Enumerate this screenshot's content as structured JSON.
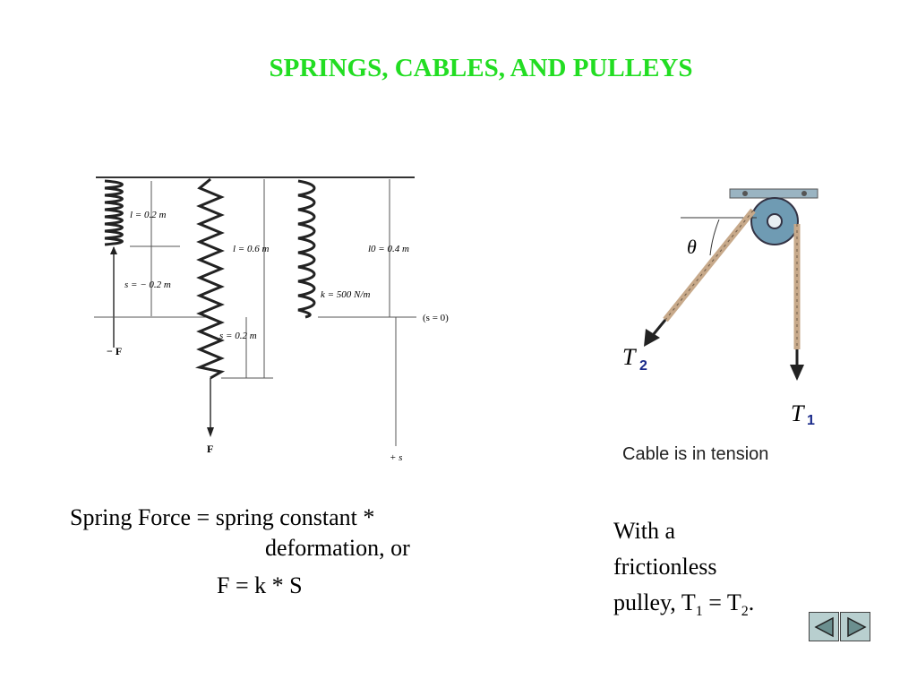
{
  "title": "SPRINGS, CABLES, AND PULLEYS",
  "spring_figure": {
    "labels": {
      "l1": "l = 0.2 m",
      "s1": "s = − 0.2 m",
      "negF": "− F",
      "l2": "l = 0.6 m",
      "s2": "s = 0.2 m",
      "F": "F",
      "l0": "l0 = 0.4 m",
      "k": "k = 500 N/m",
      "s0": "(s = 0)",
      "plus_s": "+ s"
    }
  },
  "pulley_figure": {
    "labels": {
      "theta": "θ",
      "T2": "T",
      "T2_sub": "2",
      "T1": "T",
      "T1_sub": "1",
      "caption": "Cable is in tension"
    }
  },
  "caption_left": {
    "line1": "Spring Force = spring constant *",
    "line2": "deformation, or",
    "line3": "F = k *  S"
  },
  "caption_right": {
    "text1": "With a",
    "text2": "frictionless",
    "text3a": "pulley, T",
    "sub1": "1",
    "text3b": " = T",
    "sub2": "2",
    "text3c": "."
  },
  "nav": {
    "prev_icon": "triangle-left-icon",
    "next_icon": "triangle-right-icon"
  }
}
